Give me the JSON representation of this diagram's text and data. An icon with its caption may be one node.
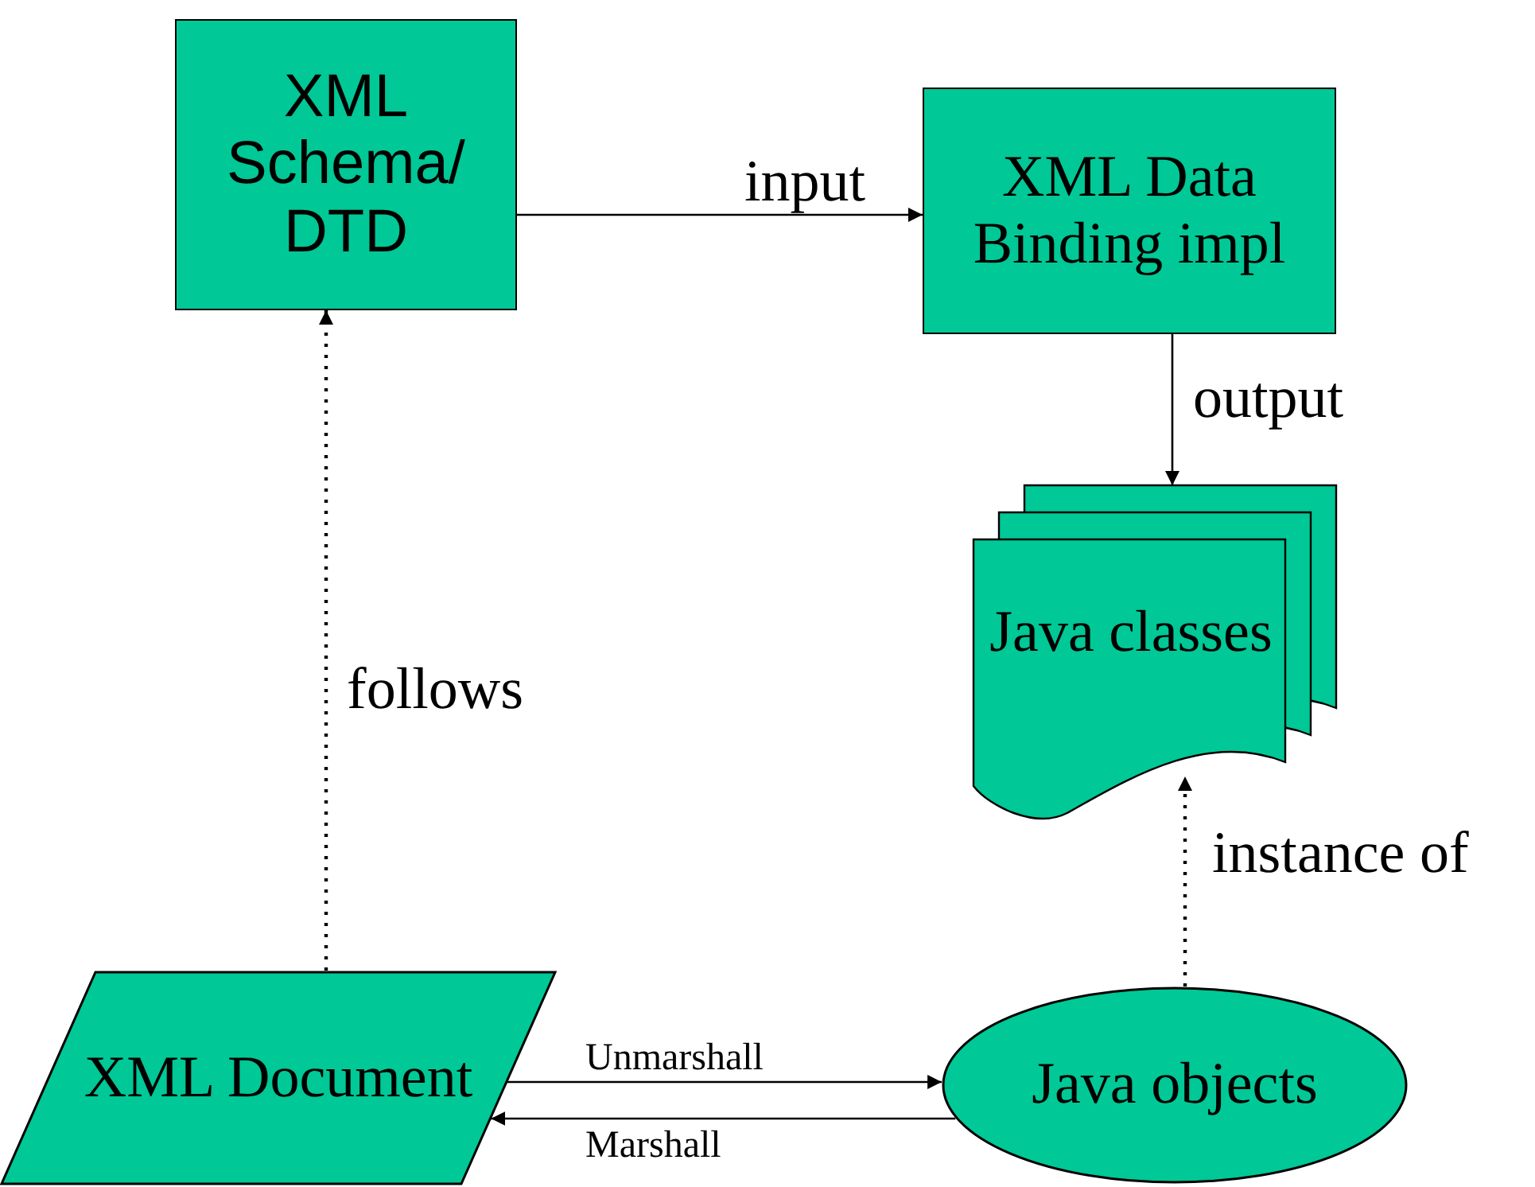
{
  "diagram": {
    "nodes": [
      {
        "text": [
          "XML Schema/ DTD"
        ]
      },
      {
        "text": [
          "XML Data Binding impl"
        ]
      },
      {
        "text": [
          "Java classes"
        ]
      },
      {
        "text": [
          "XML Document"
        ]
      },
      {
        "text": [
          "Java objects"
        ]
      }
    ],
    "edges": [
      {
        "from": 0,
        "to": 1,
        "arrow": "to",
        "label": "input"
      },
      {
        "from": 1,
        "to": 2,
        "arrow": "to",
        "label": "output"
      },
      {
        "from": 3,
        "to": 0,
        "arrow": "to",
        "label": "follows",
        "style": "dashed"
      },
      {
        "from": 4,
        "to": 2,
        "arrow": "to",
        "label": "instance of",
        "style": "dashed"
      },
      {
        "from": 3,
        "to": 4,
        "arrow": "to",
        "label": "Unmarshall"
      },
      {
        "from": 4,
        "to": 3,
        "arrow": "to",
        "label": "Marshall"
      }
    ]
  }
}
